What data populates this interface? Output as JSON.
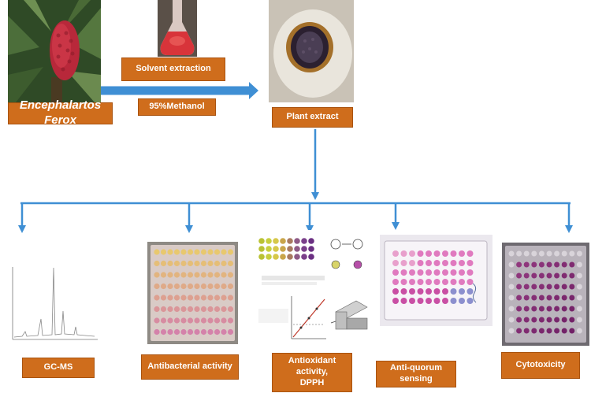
{
  "source": {
    "species_label": "Encephalartos Ferox"
  },
  "steps": {
    "extraction_label": "Solvent extraction",
    "solvent_label": "95%Methanol",
    "extract_label": "Plant extract"
  },
  "assays": [
    {
      "label": "GC-MS"
    },
    {
      "label": "Antibacterial activity"
    },
    {
      "label": "Antioxidant activity,\nDPPH"
    },
    {
      "label": "Anti-quorum sensing"
    },
    {
      "label": "Cytotoxicity"
    }
  ],
  "colors": {
    "label_fill": "#cf6d1c",
    "arrow_blue": "#3f8fd4",
    "label_text": "#ffffff"
  }
}
